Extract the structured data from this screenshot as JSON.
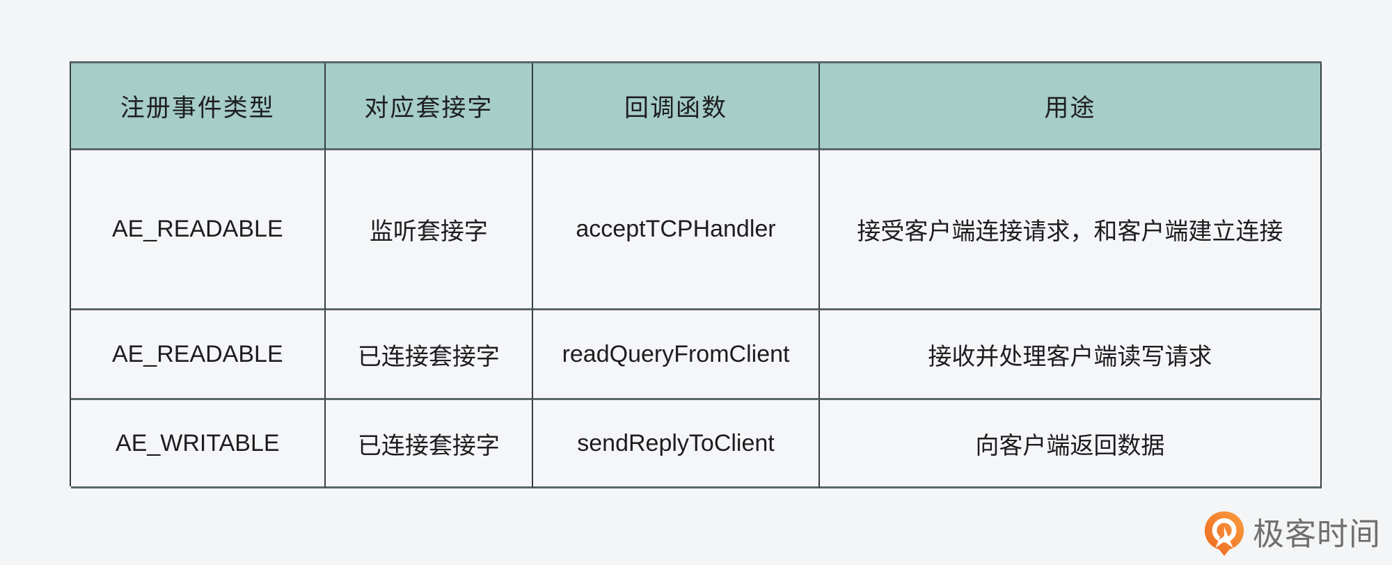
{
  "page": {
    "background_color": "#f4f5f6",
    "header_bg_color": "#a6cdc8",
    "border_color_vertical": "#363d3f",
    "border_color_horizontal": "#59676a",
    "text_color": "#1d1d1f"
  },
  "chart_data": {
    "type": "table",
    "columns": [
      "注册事件类型",
      "对应套接字",
      "回调函数",
      "用途"
    ],
    "rows": [
      [
        "AE_READABLE",
        "监听套接字",
        "acceptTCPHandler",
        "接受客户端连接请求，和客户端建立连接"
      ],
      [
        "AE_READABLE",
        "已连接套接字",
        "readQueryFromClient",
        "接收并处理客户端读写请求"
      ],
      [
        "AE_WRITABLE",
        "已连接套接字",
        "sendReplyToClient",
        "向客户端返回数据"
      ]
    ]
  },
  "logo": {
    "text": "极客时间",
    "icon": "geektime-pin-icon",
    "icon_color_start": "#ed671f",
    "icon_color_end": "#fb9d40",
    "text_color": "#6f6f6f"
  }
}
